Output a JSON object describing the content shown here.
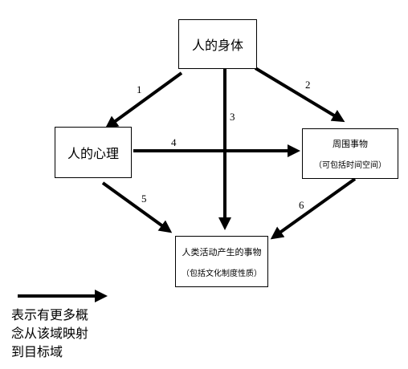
{
  "nodes": {
    "body": {
      "label": "人的身体"
    },
    "mind": {
      "label": "人的心理"
    },
    "surroundings": {
      "label": "周围事物",
      "note": "（可包括时间空间）"
    },
    "activities": {
      "label": "人类活动产生的事物",
      "note": "（包括文化制度性质）"
    }
  },
  "edges": [
    {
      "id": "1",
      "label": "1",
      "from": "body",
      "to": "mind"
    },
    {
      "id": "2",
      "label": "2",
      "from": "body",
      "to": "surroundings"
    },
    {
      "id": "3",
      "label": "3",
      "from": "body",
      "to": "activities"
    },
    {
      "id": "4",
      "label": "4",
      "from": "mind",
      "to": "surroundings"
    },
    {
      "id": "5",
      "label": "5",
      "from": "mind",
      "to": "activities"
    },
    {
      "id": "6",
      "label": "6",
      "from": "surroundings",
      "to": "activities"
    }
  ],
  "legend": {
    "lines": [
      "表示有更多概",
      "念从该域映射",
      "到目标域"
    ]
  }
}
